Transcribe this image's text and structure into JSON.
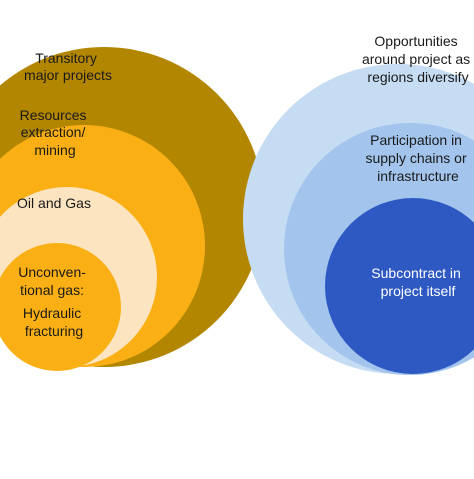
{
  "left_diagram": {
    "levels": [
      {
        "lines": [
          "Transitory",
          "major projects"
        ],
        "color": "#b38600"
      },
      {
        "lines": [
          "Resources",
          "extraction/",
          "mining"
        ],
        "color": "#fab015"
      },
      {
        "lines": [
          "Oil and Gas"
        ],
        "color": "#fde4c0"
      },
      {
        "lines": [
          "Unconven-",
          "tional gas:",
          "Hydraulic",
          "fracturing"
        ],
        "color": "#fab015"
      }
    ]
  },
  "right_diagram": {
    "levels": [
      {
        "lines": [
          "Opportunities",
          "around project as",
          "regions diversify"
        ],
        "color": "#c5dcf3"
      },
      {
        "lines": [
          "Participation in",
          "supply chains or",
          "infrastructure"
        ],
        "color": "#a3c4ec"
      },
      {
        "lines": [
          "Subcontract in",
          "project itself"
        ],
        "color": "#2e59c2"
      }
    ]
  },
  "text_colors": {
    "dark": "#1a1a1a",
    "light": "#ffffff"
  }
}
